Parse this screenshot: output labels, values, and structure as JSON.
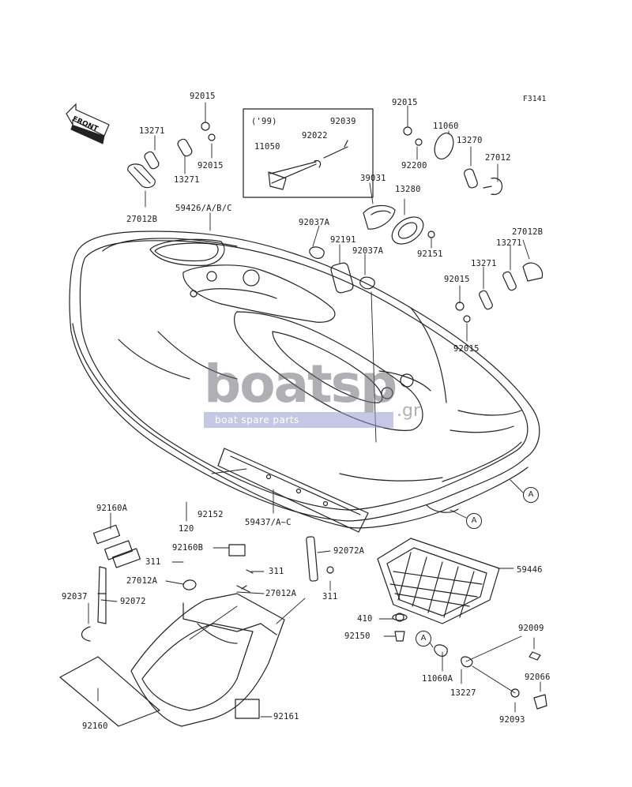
{
  "diagram_code": "F3141",
  "front_label": "FRONT",
  "year_box_label": "('99)",
  "callout_letter": "A",
  "watermark": {
    "main": "boatsp",
    "suffix": ".gr",
    "tagline": "boat spare parts"
  },
  "parts": {
    "p92015_a": "92015",
    "p13271_a": "13271",
    "p13271_b": "13271",
    "p92015_b": "92015",
    "p27012B_a": "27012B",
    "p59426": "59426/A/B/C",
    "p92039": "92039",
    "p92022": "92022",
    "p11050": "11050",
    "p92015_c": "92015",
    "p11060": "11060",
    "p92200": "92200",
    "p13270": "13270",
    "p27012": "27012",
    "p39031": "39031",
    "p13280": "13280",
    "p92037A_a": "92037A",
    "p92191": "92191",
    "p92037A_b": "92037A",
    "p92151": "92151",
    "p27012B_b": "27012B",
    "p13271_c": "13271",
    "p13271_d": "13271",
    "p92015_d": "92015",
    "p92015_e": "92015",
    "p92160A": "92160A",
    "p120": "120",
    "p92152": "92152",
    "p59437": "59437/A~C",
    "p92160B": "92160B",
    "p311_a": "311",
    "p311_b": "311",
    "p92072A": "92072A",
    "p311_c": "311",
    "p27012A_a": "27012A",
    "p27012A_b": "27012A",
    "p92037": "92037",
    "p92072": "92072",
    "p59446": "59446",
    "p410": "410",
    "p92150": "92150",
    "p92009": "92009",
    "p11060A": "11060A",
    "p13227": "13227",
    "p92066": "92066",
    "p92093": "92093",
    "p92160": "92160",
    "p92161": "92161"
  }
}
